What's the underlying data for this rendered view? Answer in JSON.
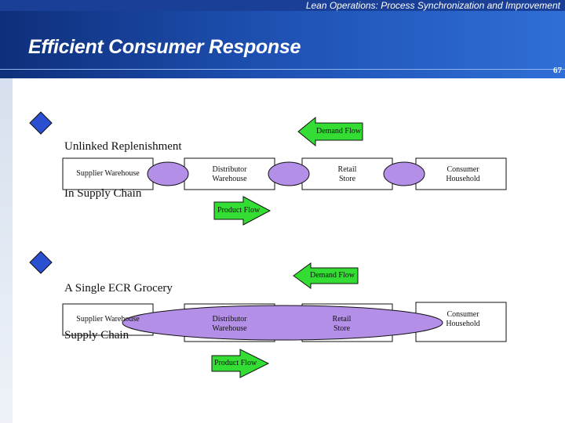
{
  "header": {
    "course_title": "Lean Operations:  Process Synchronization and Improvement",
    "slide_title": "Efficient Consumer Response",
    "page_number": "67"
  },
  "section1": {
    "heading_line1": "Unlinked Replenishment",
    "heading_line2": "In Supply Chain",
    "demand_flow": "Demand Flow",
    "product_flow": "Product Flow",
    "nodes": [
      {
        "line1": "Supplier Warehouse",
        "line2": ""
      },
      {
        "line1": "Distributor",
        "line2": "Warehouse"
      },
      {
        "line1": "Retail",
        "line2": "Store"
      },
      {
        "line1": "Consumer",
        "line2": "Household"
      }
    ]
  },
  "section2": {
    "heading_line1": "A Single ECR Grocery",
    "heading_line2": "Supply Chain",
    "demand_flow": "Demand Flow",
    "product_flow": "Product Flow",
    "nodes": [
      {
        "line1": "Supplier Warehouse",
        "line2": ""
      },
      {
        "line1": "Distributor",
        "line2": "Warehouse"
      },
      {
        "line1": "Retail",
        "line2": "Store"
      },
      {
        "line1": "Consumer",
        "line2": "Household"
      }
    ]
  },
  "colors": {
    "header_blue": "#1d4fb0",
    "bullet_blue": "#2a4fd0",
    "link_purple": "#b38fe8",
    "arrow_green": "#33dd33"
  }
}
